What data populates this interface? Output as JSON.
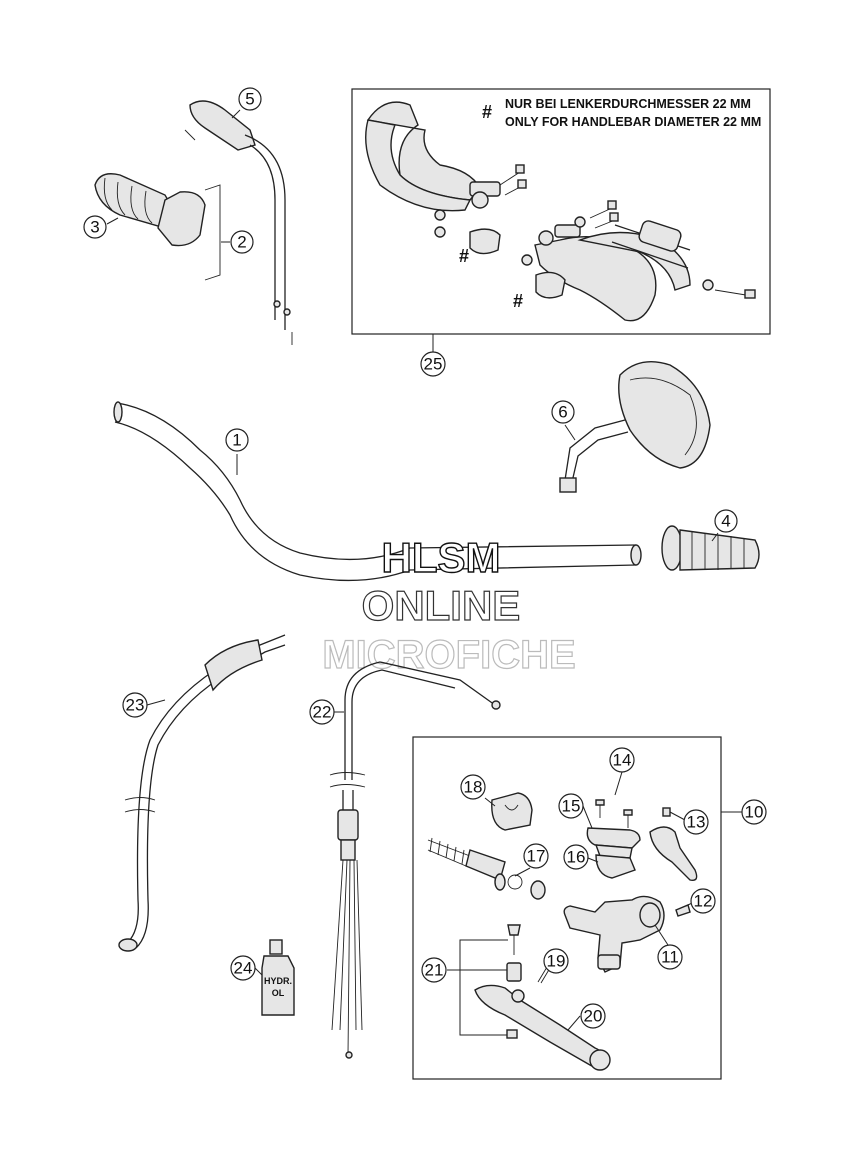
{
  "note": {
    "marker": "#",
    "line_de": "NUR BEI LENKERDURCHMESSER 22 MM",
    "line_en": "ONLY FOR HANDLEBAR DIAMETER 22 MM"
  },
  "hash_marks": [
    "#",
    "#",
    "#"
  ],
  "watermark": {
    "line1": "HLSM",
    "line2": "ONLINE",
    "line3": "MICROFICHE"
  },
  "bottle_label": {
    "line1": "HYDR.",
    "line2": "OL"
  },
  "callouts": {
    "c1": "1",
    "c2": "2",
    "c3": "3",
    "c4": "4",
    "c5": "5",
    "c6": "6",
    "c10": "10",
    "c11": "11",
    "c12": "12",
    "c13": "13",
    "c14": "14",
    "c15": "15",
    "c16": "16",
    "c17": "17",
    "c18": "18",
    "c19": "19",
    "c20": "20",
    "c21": "21",
    "c22": "22",
    "c23": "23",
    "c24": "24",
    "c25": "25"
  },
  "colors": {
    "ink": "#222222",
    "part_fill": "#e6e6e6",
    "watermark_fill": "#ffffff",
    "watermark_faint": "#d0d0d0"
  }
}
